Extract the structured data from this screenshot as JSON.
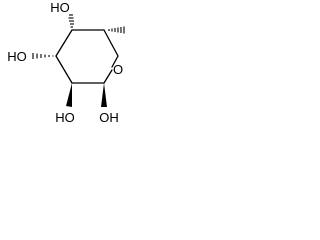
{
  "molecule": {
    "atoms": {
      "oh_top": "HO",
      "oh_left": "HO",
      "oh_bottom_left": "HO",
      "oh_bottom_right": "OH",
      "ring_oxygen": "O"
    }
  }
}
